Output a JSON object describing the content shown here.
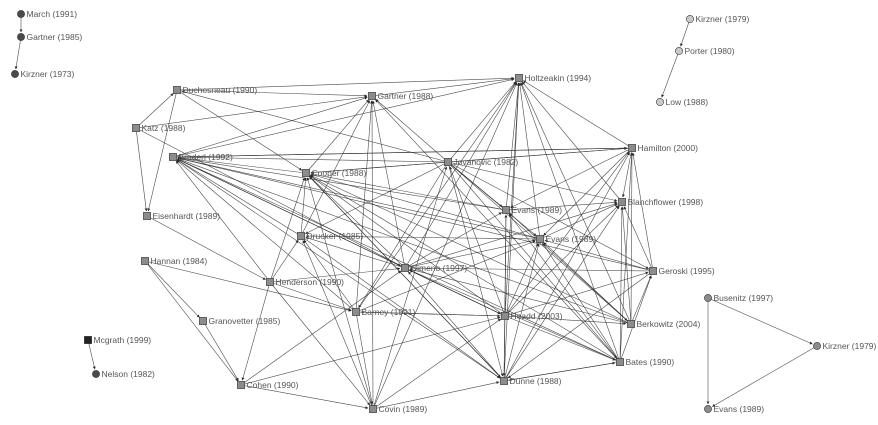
{
  "colors": {
    "edge": "#2b2b2b",
    "node_dark": "#444444",
    "node_mid": "#8a8a8a",
    "node_light": "#c8c8c8",
    "label": "#555555"
  },
  "nodes": [
    {
      "id": "march1991",
      "label": "March (1991)",
      "shape": "circle",
      "tone": "dark"
    },
    {
      "id": "gartner1985",
      "label": "Gartner (1985)",
      "shape": "circle",
      "tone": "dark"
    },
    {
      "id": "kirzner1973",
      "label": "Kirzner (1973)",
      "shape": "circle",
      "tone": "dark"
    },
    {
      "id": "kirzner1979a",
      "label": "Kirzner (1979)",
      "shape": "circle",
      "tone": "light"
    },
    {
      "id": "porter1980",
      "label": "Porter (1980)",
      "shape": "circle",
      "tone": "light"
    },
    {
      "id": "low1988",
      "label": "Low (1988)",
      "shape": "circle",
      "tone": "light"
    },
    {
      "id": "duchesneau1990",
      "label": "Duchesneau (1990)",
      "shape": "square",
      "tone": "mid"
    },
    {
      "id": "gartner1988",
      "label": "Gartner (1988)",
      "shape": "square",
      "tone": "mid"
    },
    {
      "id": "holtzeakin1994",
      "label": "Holtzeakin (1994)",
      "shape": "square",
      "tone": "mid"
    },
    {
      "id": "katz1988",
      "label": "Katz (1988)",
      "shape": "square",
      "tone": "mid"
    },
    {
      "id": "bruderl1992",
      "label": "Bruderl (1992)",
      "shape": "square",
      "tone": "mid"
    },
    {
      "id": "jovanovic1982",
      "label": "Jovanovic (1982)",
      "shape": "square",
      "tone": "mid"
    },
    {
      "id": "hamilton2000",
      "label": "Hamilton (2000)",
      "shape": "square",
      "tone": "mid"
    },
    {
      "id": "cooper1988",
      "label": "Cooper (1988)",
      "shape": "square",
      "tone": "mid"
    },
    {
      "id": "blanchflower1998",
      "label": "Blanchflower (1998)",
      "shape": "square",
      "tone": "mid"
    },
    {
      "id": "evans1989a",
      "label": "Evans (1989)",
      "shape": "square",
      "tone": "mid"
    },
    {
      "id": "eisenhardt1989",
      "label": "Eisenhardt (1989)",
      "shape": "square",
      "tone": "mid"
    },
    {
      "id": "drucker1985",
      "label": "Drucker (1985)",
      "shape": "square",
      "tone": "mid"
    },
    {
      "id": "evans1989b",
      "label": "Evans (1989)",
      "shape": "square",
      "tone": "mid"
    },
    {
      "id": "hannan1984",
      "label": "Hannan (1984)",
      "shape": "square",
      "tone": "mid"
    },
    {
      "id": "gimeno1997",
      "label": "Gimeno (1997)",
      "shape": "square",
      "tone": "mid"
    },
    {
      "id": "geroski1995",
      "label": "Geroski (1995)",
      "shape": "square",
      "tone": "mid"
    },
    {
      "id": "henderson1990",
      "label": "Henderson (1990)",
      "shape": "square",
      "tone": "mid"
    },
    {
      "id": "busenitz1997",
      "label": "Busenitz (1997)",
      "shape": "circle",
      "tone": "mid"
    },
    {
      "id": "barney1991",
      "label": "Barney (1991)",
      "shape": "square",
      "tone": "mid"
    },
    {
      "id": "headd2003",
      "label": "Headd (2003)",
      "shape": "square",
      "tone": "mid"
    },
    {
      "id": "granovetter1985",
      "label": "Granovetter (1985)",
      "shape": "square",
      "tone": "mid"
    },
    {
      "id": "berkowitz2004",
      "label": "Berkowitz (2004)",
      "shape": "square",
      "tone": "mid"
    },
    {
      "id": "mcgrath1999",
      "label": "Mcgrath (1999)",
      "shape": "square",
      "tone": "black"
    },
    {
      "id": "kirzner1979b",
      "label": "Kirzner (1979)",
      "shape": "circle",
      "tone": "mid"
    },
    {
      "id": "bates1990",
      "label": "Bates (1990)",
      "shape": "square",
      "tone": "mid"
    },
    {
      "id": "nelson1982",
      "label": "Nelson (1982)",
      "shape": "circle",
      "tone": "dark"
    },
    {
      "id": "cohen1990",
      "label": "Cohen (1990)",
      "shape": "square",
      "tone": "mid"
    },
    {
      "id": "dunne1988",
      "label": "Dunne (1988)",
      "shape": "square",
      "tone": "mid"
    },
    {
      "id": "covin1989",
      "label": "Covin (1989)",
      "shape": "square",
      "tone": "mid"
    },
    {
      "id": "evans1989c",
      "label": "Evans (1989)",
      "shape": "circle",
      "tone": "mid"
    }
  ]
}
